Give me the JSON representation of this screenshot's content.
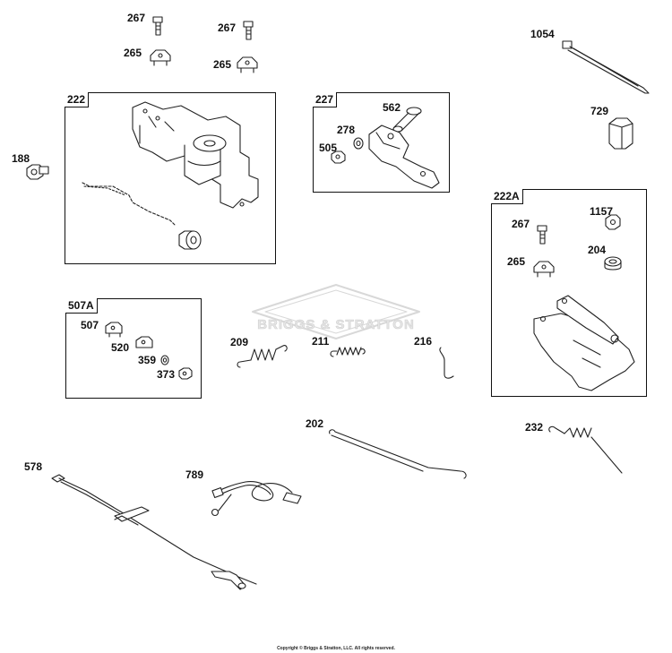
{
  "watermark": {
    "text": "BRIGGS & STRATTON"
  },
  "copyright": "Copyright © Briggs & Stratton, LLC. All rights reserved.",
  "groups": {
    "g222": "222",
    "g227": "227",
    "g222a": "222A",
    "g507a": "507A"
  },
  "parts": {
    "p267a": "267",
    "p267b": "267",
    "p265a": "265",
    "p265b": "265",
    "p1054": "1054",
    "p729": "729",
    "p188": "188",
    "p562": "562",
    "p278": "278",
    "p505": "505",
    "p267c": "267",
    "p1157": "1157",
    "p204": "204",
    "p265c": "265",
    "p507": "507",
    "p520": "520",
    "p359": "359",
    "p373": "373",
    "p209": "209",
    "p211": "211",
    "p216": "216",
    "p202": "202",
    "p232": "232",
    "p578": "578",
    "p789": "789"
  }
}
